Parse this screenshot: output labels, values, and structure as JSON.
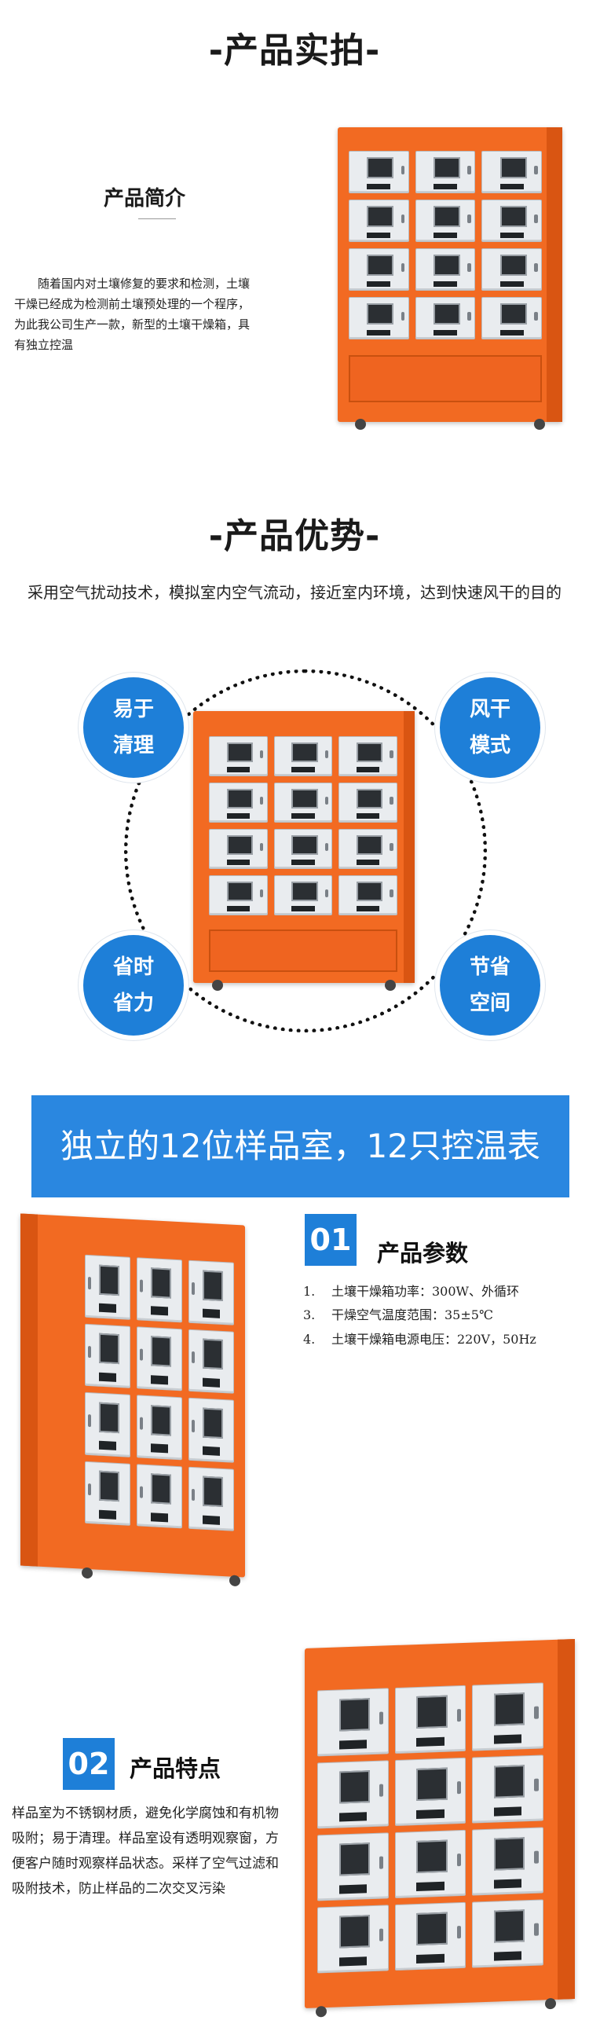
{
  "section_photo": {
    "title": "-产品实拍-"
  },
  "intro": {
    "title": "产品简介",
    "text": "随着国内对土壤修复的要求和检测，土壤干燥已经成为检测前土壤预处理的一个程序，为此我公司生产一款，新型的土壤干燥箱，具有独立控温"
  },
  "advantages": {
    "title": "-产品优势-",
    "text": "采用空气扰动技术，模拟室内空气流动，接近室内环境，达到快速风干的目的",
    "badges": [
      {
        "line1": "易于",
        "line2": "清理"
      },
      {
        "line1": "风干",
        "line2": "模式"
      },
      {
        "line1": "省时",
        "line2": "省力"
      },
      {
        "line1": "节省",
        "line2": "空间"
      }
    ]
  },
  "banner": {
    "text": "独立的12位样品室，12只控温表"
  },
  "params": {
    "number": "01",
    "title": "产品参数",
    "items": [
      {
        "num": "1.",
        "text": "土壤干燥箱功率：300W、外循环"
      },
      {
        "num": "3.",
        "text": "干燥空气温度范围：35±5℃"
      },
      {
        "num": "4.",
        "text": "土壤干燥箱电源电压：220V，50Hz"
      }
    ]
  },
  "features": {
    "number": "02",
    "title": "产品特点",
    "text": "样品室为不锈钢材质，避免化学腐蚀和有机物吸附；易于清理。样品室设有透明观察窗，方便客户随时观察样品状态。采样了空气过滤和吸附技术，防止样品的二次交叉污染"
  },
  "colors": {
    "accent_blue": "#1e7fd8",
    "cabinet_orange": "#f26a22"
  }
}
